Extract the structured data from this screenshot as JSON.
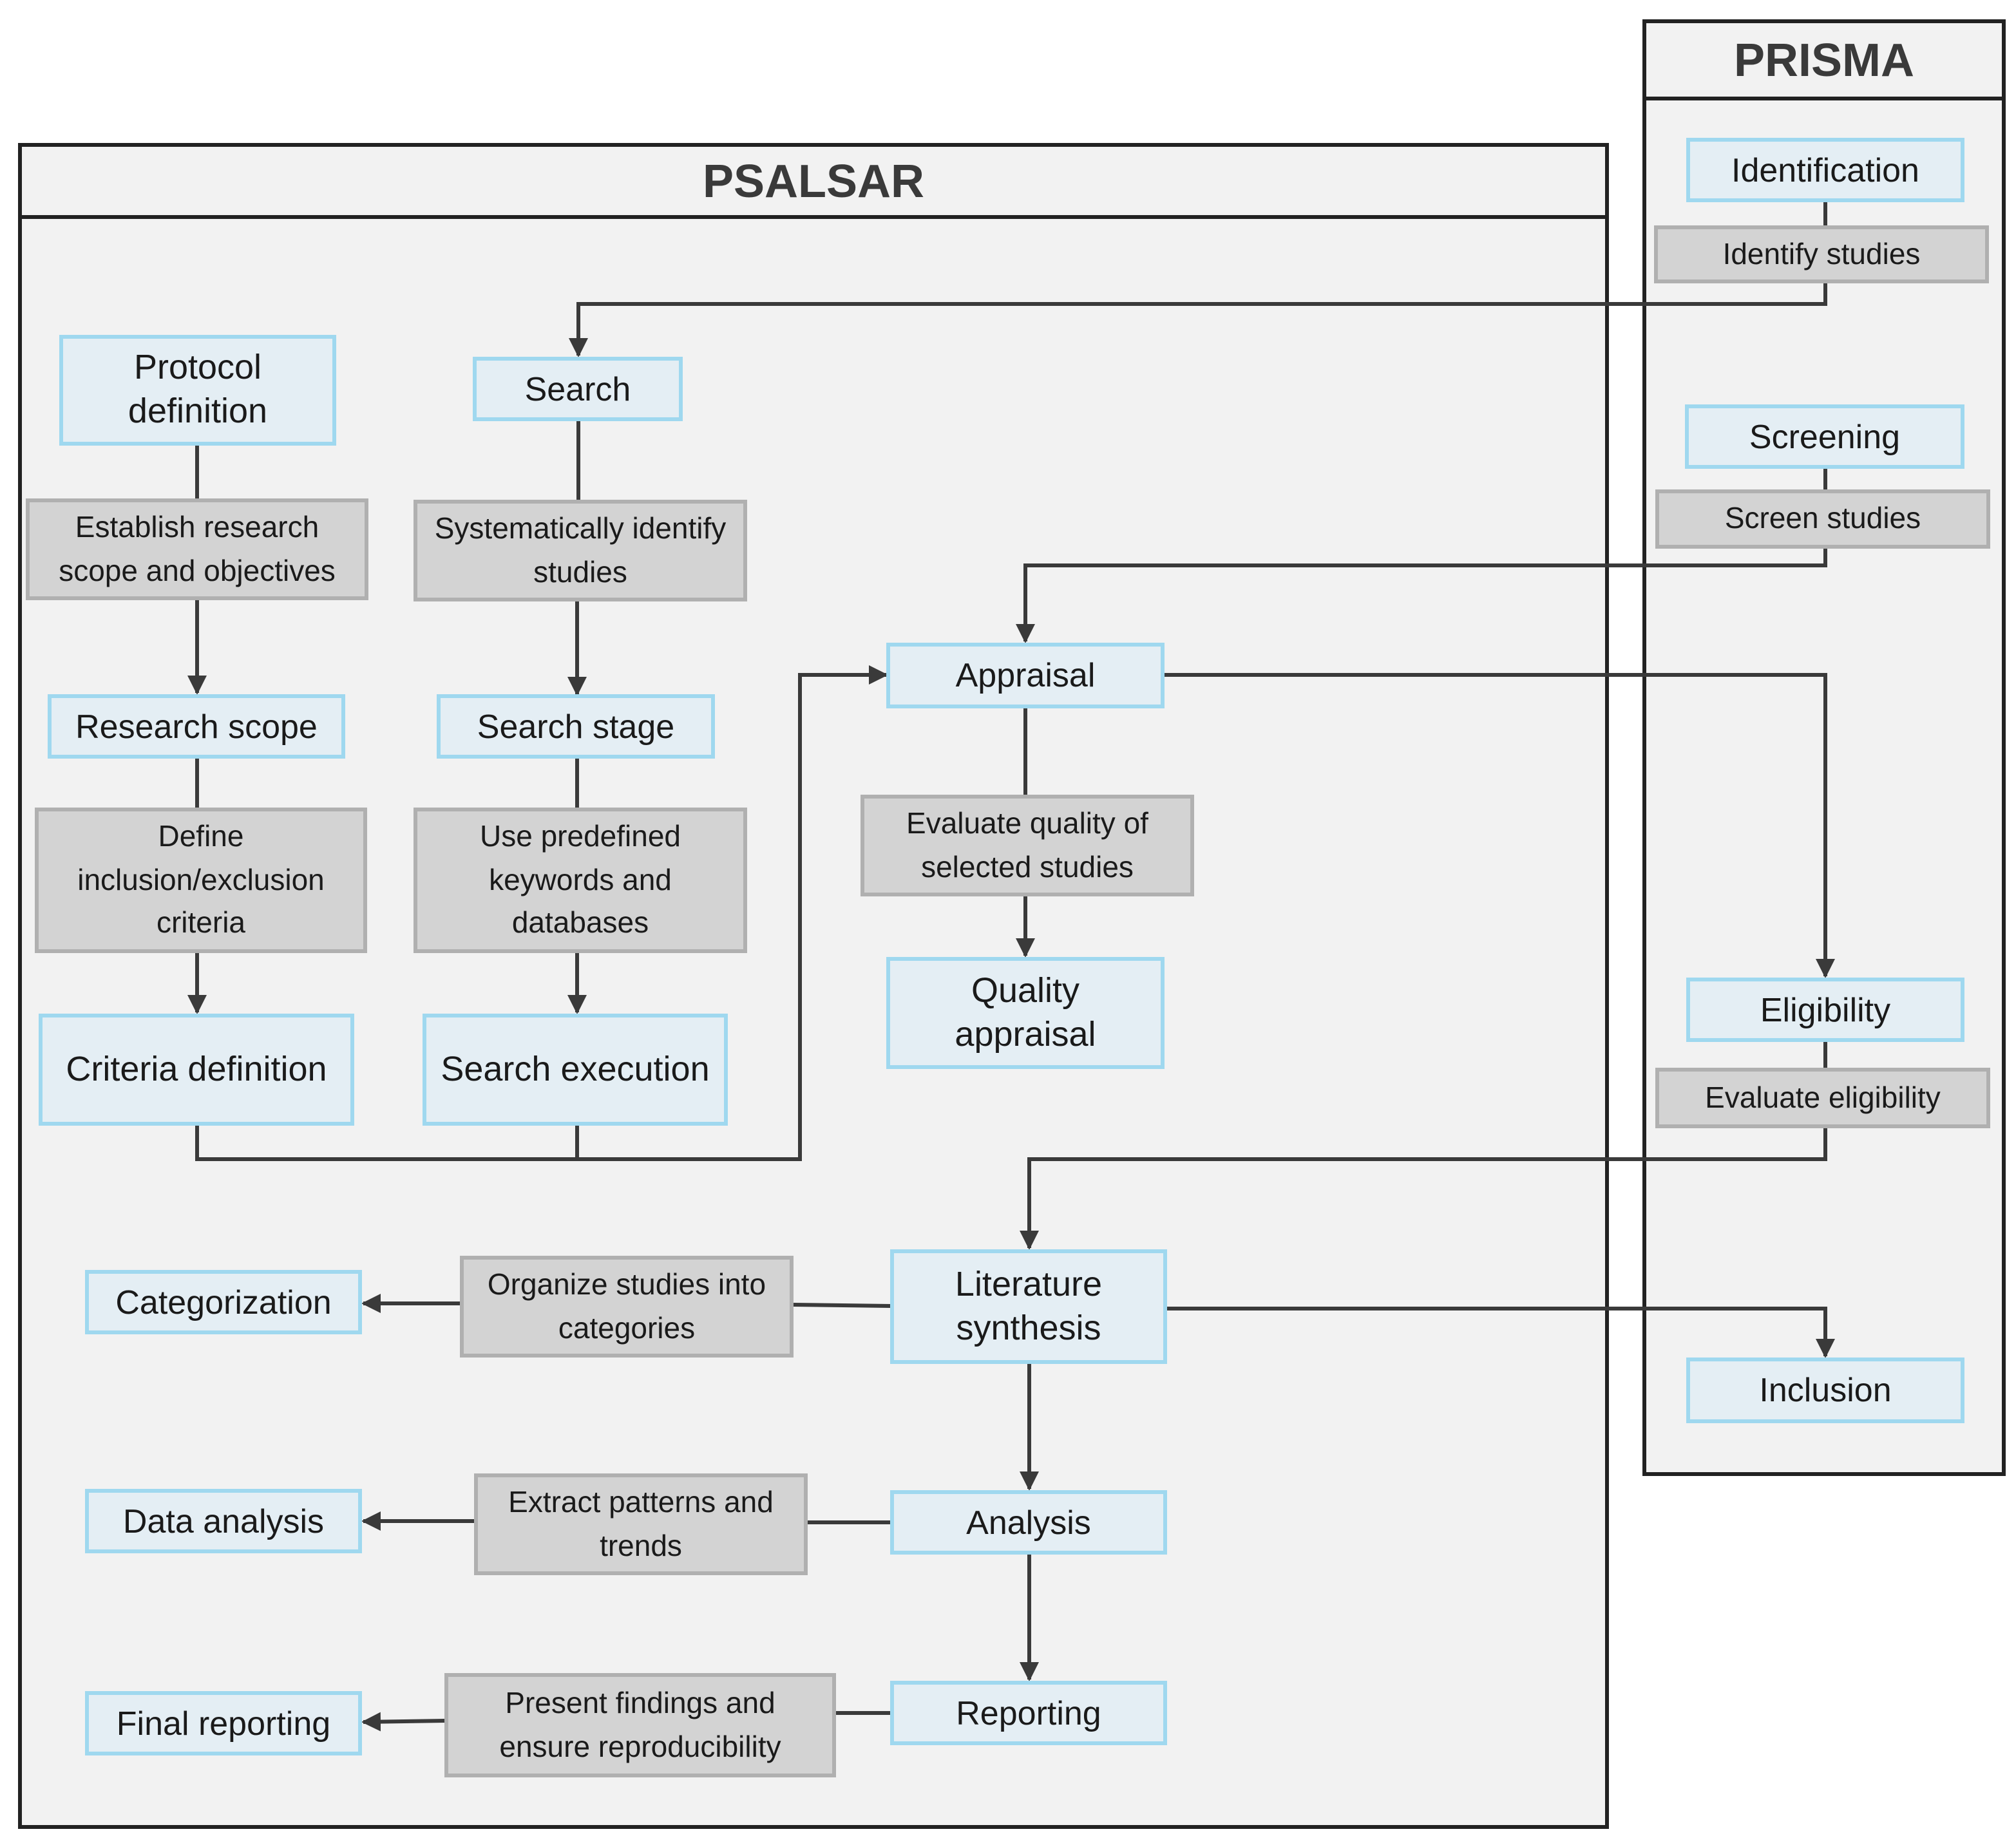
{
  "psalsar": {
    "title": "PSALSAR",
    "protocol_definition": "Protocol definition",
    "establish_scope": "Establish research scope and objectives",
    "research_scope": "Research scope",
    "define_criteria": "Define inclusion/exclusion criteria",
    "criteria_definition": "Criteria definition",
    "search": "Search",
    "systematically_identify": "Systematically identify studies",
    "search_stage": "Search stage",
    "use_keywords": "Use predefined keywords and databases",
    "search_execution": "Search execution",
    "appraisal": "Appraisal",
    "evaluate_quality": "Evaluate quality of selected studies",
    "quality_appraisal": "Quality appraisal",
    "literature_synthesis": "Literature synthesis",
    "organize_studies": "Organize studies into categories",
    "categorization": "Categorization",
    "analysis": "Analysis",
    "extract_patterns": "Extract patterns and trends",
    "data_analysis": "Data analysis",
    "reporting": "Reporting",
    "present_findings": "Present findings and ensure reproducibility",
    "final_reporting": "Final reporting"
  },
  "prisma": {
    "title": "PRISMA",
    "identification": "Identification",
    "identify_studies": "Identify studies",
    "screening": "Screening",
    "screen_studies": "Screen studies",
    "eligibility": "Eligibility",
    "evaluate_eligibility": "Evaluate eligibility",
    "inclusion": "Inclusion"
  },
  "colors": {
    "stage_fill": "#e4eef4",
    "stage_border": "#9fd8ef",
    "task_fill": "#d3d3d3",
    "task_border": "#b0b0b0",
    "frame_fill": "#f2f2f2",
    "connector": "#3a3a3a"
  }
}
